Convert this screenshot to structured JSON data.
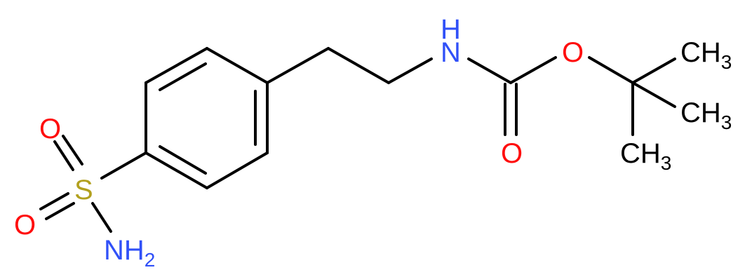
{
  "molecule": {
    "atoms": {
      "o_top_left": {
        "text": "O",
        "color": "#ff0d0d"
      },
      "o_bottom_left": {
        "text": "O",
        "color": "#ff0d0d"
      },
      "sulfur": {
        "text": "S",
        "color": "#b2a01e"
      },
      "amine": {
        "text": "NH",
        "subscript": "2",
        "color": "#3050f8"
      },
      "nh": {
        "text": "N",
        "h_text": "H",
        "color": "#3050f8"
      },
      "o_ester": {
        "text": "O",
        "color": "#ff0d0d"
      },
      "o_carbonyl": {
        "text": "O",
        "color": "#ff0d0d"
      },
      "methyl_1": {
        "text": "CH",
        "subscript": "3",
        "color": "#000000"
      },
      "methyl_2": {
        "text": "CH",
        "subscript": "3",
        "color": "#000000"
      },
      "methyl_3": {
        "text": "CH",
        "subscript": "3",
        "color": "#000000"
      }
    },
    "bond_color": "#000000"
  }
}
